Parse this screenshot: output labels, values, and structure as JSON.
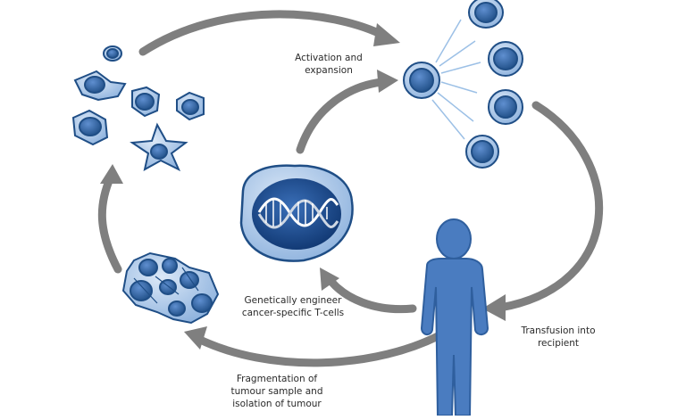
{
  "labels": {
    "activation": [
      "Activation and",
      "expansion"
    ],
    "engineer": [
      "Genetically engineer",
      "cancer-specific T-cells"
    ],
    "transfusion": [
      "Transfusion into",
      "recipient"
    ],
    "fragmentation": [
      "Fragmentation of",
      "tumour sample and",
      "isolation of tumour"
    ]
  },
  "colors": {
    "arrow": "#7f7f7f",
    "cell_fill": "#4f7fc0",
    "cell_outline": "#1f4e86",
    "nucleus": "#2a5a9a",
    "cell_light": "#c9dcf2",
    "figure": "#4a7cc0",
    "ray": "#9cc0e6"
  },
  "icons": [
    "t-cell-icon",
    "tumour-cell-icon",
    "engineered-cell-icon",
    "dna-helix-icon",
    "patient-figure-icon",
    "cycle-arrow-icon"
  ]
}
